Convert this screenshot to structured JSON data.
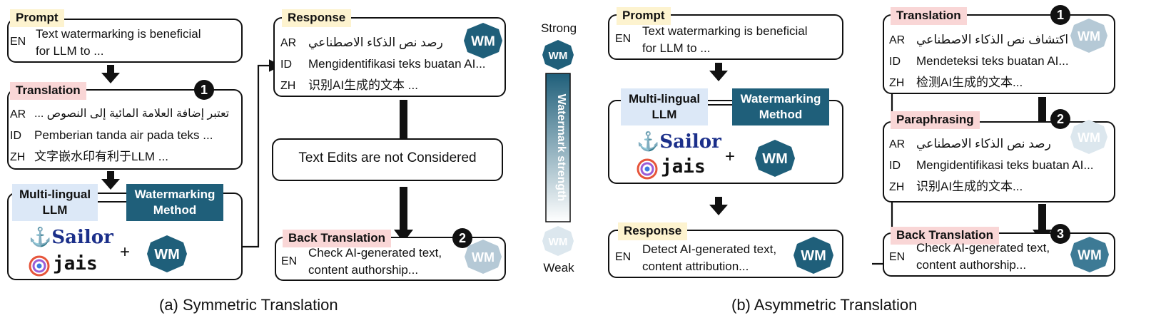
{
  "colors": {
    "wm_dark": "#1f5f7a",
    "wm_light": "#b5c9d6",
    "ml_fill": "#dce8f7",
    "tag_yellow": "#fdf3cf",
    "tag_pink": "#f9d6d6"
  },
  "wm_label": "WM",
  "plus": "+",
  "sailor": "Sailor",
  "jais": "jais",
  "legend": {
    "strong": "Strong",
    "weak": "Weak",
    "bar_label": "Watermark strength"
  },
  "left": {
    "prompt": {
      "tag": "Prompt",
      "lang": "EN",
      "line1": "Text watermarking is beneficial",
      "line2": "for LLM to ..."
    },
    "translation": {
      "tag": "Translation",
      "badge": "1",
      "rows": [
        {
          "lang": "AR",
          "text": "تعتبر إضافة العلامة المائية إلى النصوص ..."
        },
        {
          "lang": "ID",
          "text": "Pemberian tanda air pada teks ..."
        },
        {
          "lang": "ZH",
          "text": "文字嵌水印有利于LLM ..."
        }
      ]
    },
    "model": {
      "ml_label": "Multi-lingual LLM",
      "wm_label": "Watermarking Method"
    },
    "response": {
      "tag": "Response",
      "rows": [
        {
          "lang": "AR",
          "text": "رصد نص الذكاء الاصطناعي"
        },
        {
          "lang": "ID",
          "text": "Mengidentifikasi teks buatan AI..."
        },
        {
          "lang": "ZH",
          "text": "识别AI生成的文本 ..."
        }
      ]
    },
    "edits": "Text Edits are not Considered",
    "back": {
      "tag": "Back Translation",
      "badge": "2",
      "lang": "EN",
      "line1": "Check AI-generated text,",
      "line2": "content authorship..."
    },
    "caption": "(a) Symmetric Translation"
  },
  "right": {
    "prompt": {
      "tag": "Prompt",
      "lang": "EN",
      "line1": "Text watermarking is beneficial",
      "line2": "for LLM to ..."
    },
    "model": {
      "ml_label": "Multi-lingual LLM",
      "wm_label": "Watermarking Method"
    },
    "response": {
      "tag": "Response",
      "lang": "EN",
      "line1": "Detect AI-generated text,",
      "line2": "content attribution..."
    },
    "translation": {
      "tag": "Translation",
      "badge": "1",
      "rows": [
        {
          "lang": "AR",
          "text": "اكتشاف نص الذكاء الاصطناعي"
        },
        {
          "lang": "ID",
          "text": "Mendeteksi teks buatan AI..."
        },
        {
          "lang": "ZH",
          "text": "检测AI生成的文本..."
        }
      ]
    },
    "paraphrasing": {
      "tag": "Paraphrasing",
      "badge": "2",
      "rows": [
        {
          "lang": "AR",
          "text": "رصد نص الذكاء الاصطناعي"
        },
        {
          "lang": "ID",
          "text": "Mengidentifikasi teks buatan AI..."
        },
        {
          "lang": "ZH",
          "text": "识别AI生成的文本..."
        }
      ]
    },
    "back": {
      "tag": "Back Translation",
      "badge": "3",
      "lang": "EN",
      "line1": "Check AI-generated text,",
      "line2": "content authorship..."
    },
    "caption": "(b) Asymmetric Translation"
  }
}
